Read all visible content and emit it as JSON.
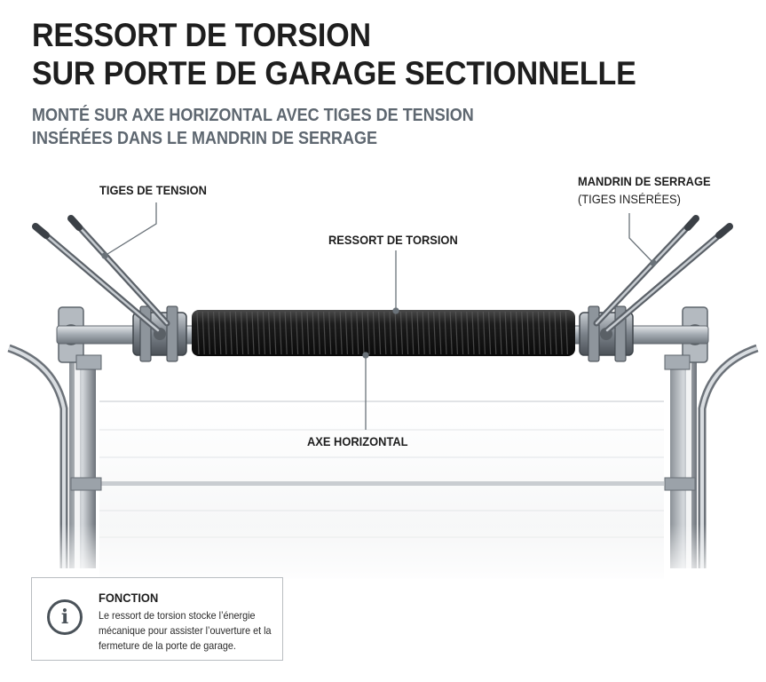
{
  "header": {
    "title_line1": "RESSORT DE TORSION",
    "title_line2": "SUR PORTE DE GARAGE SECTIONNELLE",
    "subtitle_line1": "MONTÉ SUR AXE HORIZONTAL AVEC TIGES DE TENSION",
    "subtitle_line2": "INSÉRÉES DANS LE MANDRIN DE SERRAGE"
  },
  "labels": {
    "tension_rods": "TIGES DE TENSION",
    "torsion_spring": "RESSORT DE TORSION",
    "horizontal_axle": "AXE HORIZONTAL",
    "winding_cone": "MANDRIN DE SERRAGE",
    "winding_cone_note": "(TIGES INSÉRÉES)"
  },
  "info": {
    "icon": "info-icon",
    "icon_glyph": "i",
    "title": "FONCTION",
    "text": "Le ressort de torsion stocke l’énergie mécanique pour assister l’ouverture et la fermeture de la porte de garage."
  },
  "colors": {
    "spring": "#1a1a1a",
    "metal": "#9aa1a8",
    "text_dark": "#1e1e1e",
    "text_grey": "#5e6770"
  }
}
